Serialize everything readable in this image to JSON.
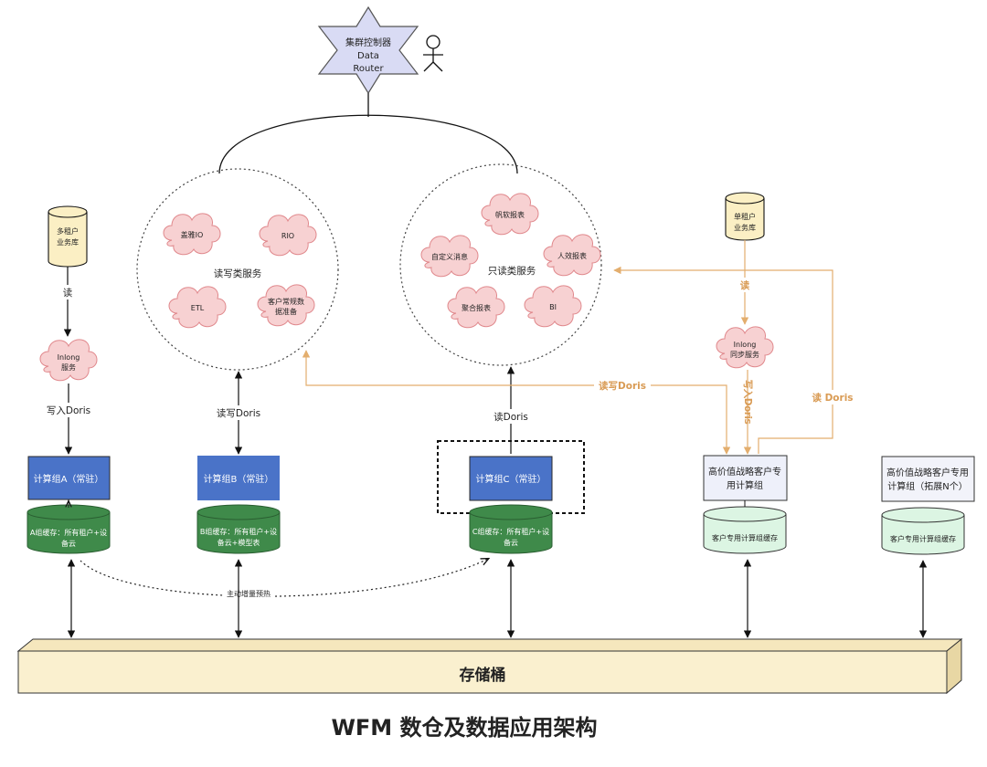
{
  "router": {
    "line1": "集群控制器",
    "line2": "Data",
    "line3": "Router"
  },
  "rw_group": {
    "title": "读写类服务",
    "clouds": [
      {
        "label": "盖雅IO"
      },
      {
        "label": "RIO"
      },
      {
        "label": "ETL"
      },
      {
        "label": "客户常规数",
        "label2": "据准备"
      }
    ]
  },
  "ro_group": {
    "title": "只读类服务",
    "clouds": [
      {
        "label": "帆软报表"
      },
      {
        "label": "自定义消息"
      },
      {
        "label": "人效报表"
      },
      {
        "label": "聚合报表"
      },
      {
        "label": "BI"
      }
    ]
  },
  "left_db": {
    "line1": "多租户",
    "line2": "业务库"
  },
  "right_db": {
    "line1": "单租户",
    "line2": "业务库"
  },
  "left_inlong": {
    "line1": "Inlong",
    "line2": "服务"
  },
  "right_inlong": {
    "line1": "Inlong",
    "line2": "同步服务"
  },
  "edge_labels": {
    "read_left": "读",
    "write_doris_left": "写入Doris",
    "rw_doris_b": "读写Doris",
    "read_doris_c": "读Doris",
    "read_right": "读",
    "write_doris_right": "写入Doris",
    "rw_doris_orange": "读写Doris",
    "read_doris_orange": "读 Doris",
    "prewarm": "主动增量预热"
  },
  "compute_groups": [
    {
      "label": "计算组A（常驻）",
      "cache_line1": "A组缓存：所有租户+设",
      "cache_line2": "备云"
    },
    {
      "label": "计算组B（常驻）",
      "cache_line1": "B组缓存：所有租户+设",
      "cache_line2": "备云+模型表"
    },
    {
      "label": "计算组C（常驻）",
      "cache_line1": "C组缓存：所有租户+设",
      "cache_line2": "备云"
    },
    {
      "label_line1": "高价值战略客户专",
      "label_line2": "用计算组",
      "cache_line1": "客户专用计算组缓存"
    },
    {
      "label_line1": "高价值战略客户专用",
      "label_line2": "计算组（拓展N个）",
      "cache_line1": "客户专用计算组缓存"
    }
  ],
  "storage": {
    "label": "存储桶"
  },
  "footer": {
    "title": "WFM 数仓及数据应用架构"
  },
  "colors": {
    "blue_box": "#4a73c8",
    "green_cache": "#3f8a4a",
    "light_cache": "#dcf5e3",
    "cloud_fill": "#f7d1d2",
    "cloud_stroke": "#e0888c",
    "star_fill": "#d9dbf4",
    "storage_fill": "#faf0cf",
    "db_fill": "#fbefc4",
    "orange": "#e3ae6e"
  }
}
